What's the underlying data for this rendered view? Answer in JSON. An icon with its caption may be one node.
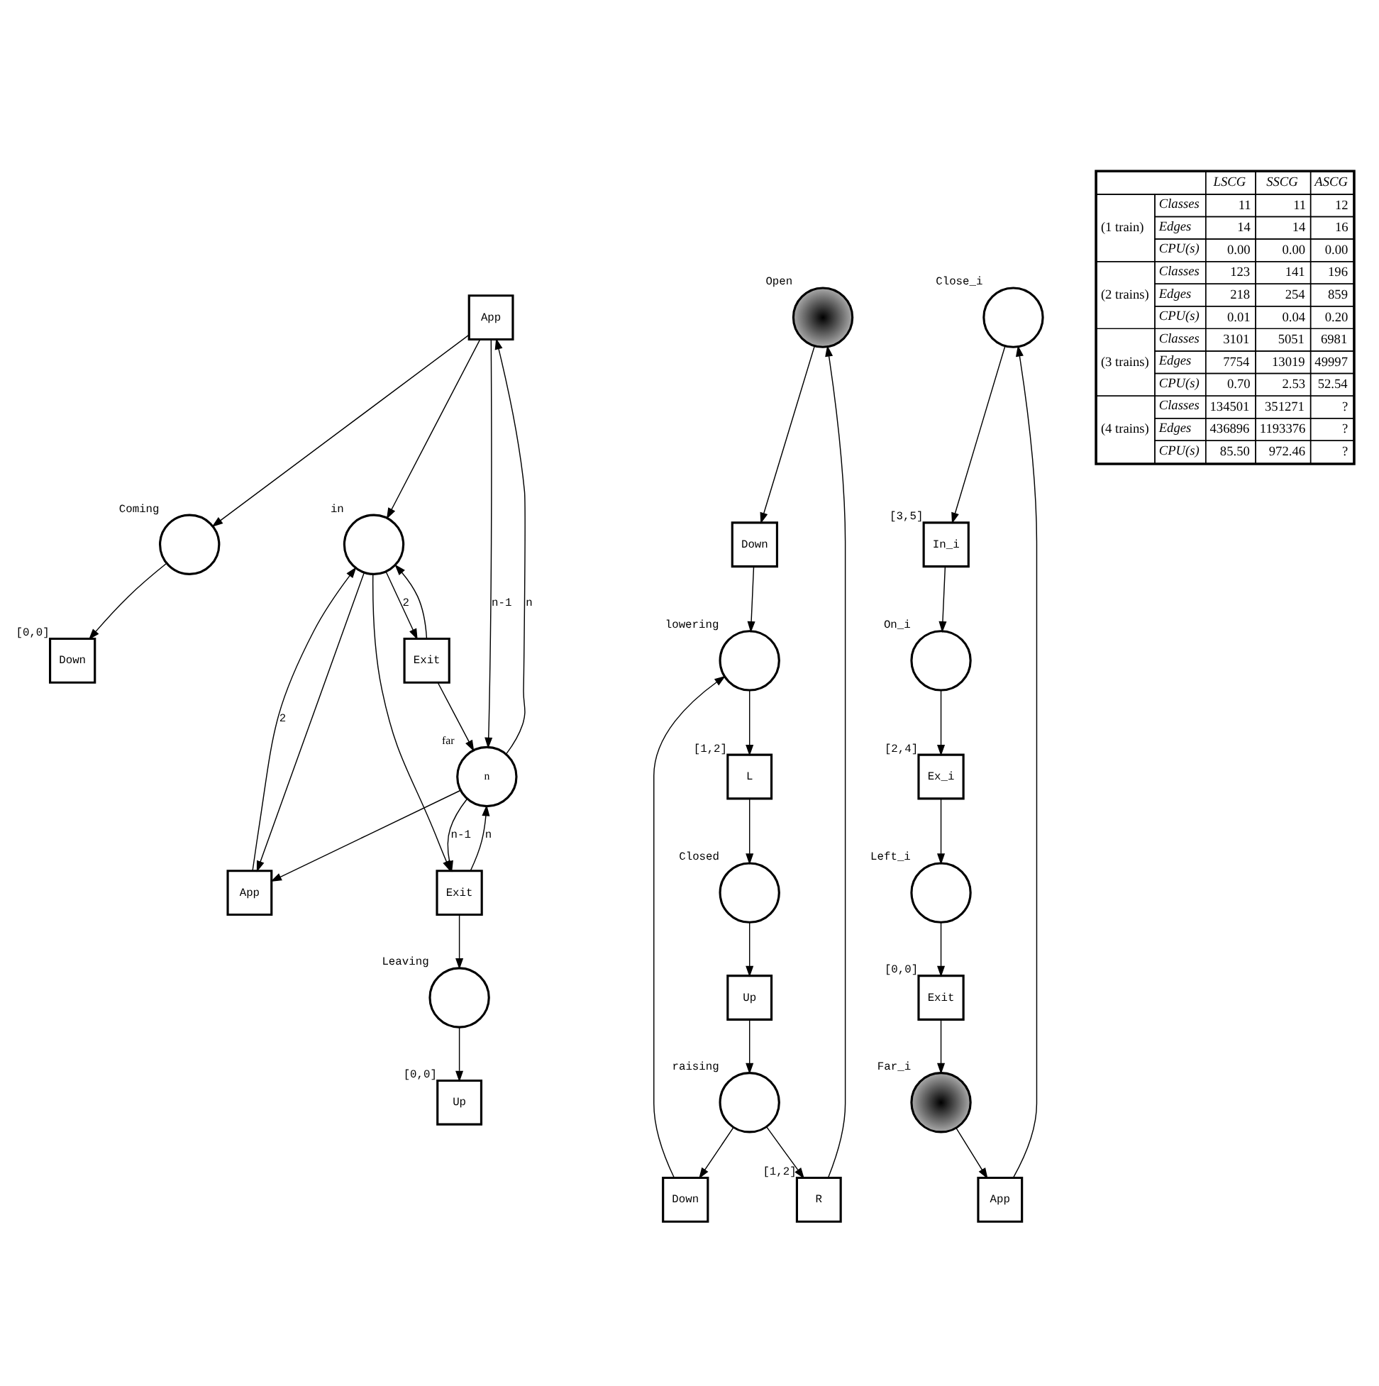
{
  "diagram": {
    "nodes": [
      {
        "text": [
          "App"
        ]
      },
      {
        "text": [],
        "shape": "circle",
        "beside": [
          "Coming"
        ]
      },
      {
        "text": [
          "Down"
        ],
        "beside": [
          "[0,0]"
        ]
      },
      {
        "text": [],
        "shape": "circle",
        "beside": [
          "in"
        ]
      },
      {
        "text": [
          "App"
        ]
      },
      {
        "text": [
          "n"
        ],
        "beside": [
          "far"
        ]
      },
      {
        "text": [
          "Exit"
        ]
      },
      {
        "text": [
          "Exit"
        ]
      },
      {
        "text": [],
        "shape": "circle",
        "beside": [
          "Leaving"
        ]
      },
      {
        "text": [
          "Up"
        ],
        "beside": [
          "[0,0]"
        ]
      },
      {
        "text": [],
        "shape": "circle",
        "beside": [
          "Open"
        ]
      },
      {
        "text": [
          "Down"
        ]
      },
      {
        "text": [
          "R"
        ],
        "beside": [
          "[1,2]"
        ]
      },
      {
        "text": [],
        "shape": "circle",
        "beside": [
          "lowering"
        ]
      },
      {
        "text": [
          "Down"
        ]
      },
      {
        "text": [],
        "shape": "circle",
        "beside": [
          "raising"
        ]
      },
      {
        "text": [
          "L"
        ],
        "beside": [
          "[1,2]"
        ]
      },
      {
        "text": [
          "Up"
        ]
      },
      {
        "text": [],
        "shape": "circle",
        "beside": [
          "Closed"
        ]
      },
      {
        "text": [],
        "shape": "circle",
        "beside": [
          "Close_i"
        ]
      },
      {
        "text": [
          "In_i"
        ],
        "beside": [
          "[3,5]"
        ]
      },
      {
        "text": [
          "App"
        ]
      },
      {
        "text": [],
        "shape": "circle",
        "beside": [
          "On_i"
        ]
      },
      {
        "text": [],
        "shape": "circle",
        "beside": [
          "Far_i"
        ]
      },
      {
        "text": [
          "Ex_i"
        ],
        "beside": [
          "[2,4]"
        ]
      },
      {
        "text": [
          "Exit"
        ],
        "beside": [
          "[0,0]"
        ]
      },
      {
        "text": [],
        "shape": "circle",
        "beside": [
          "Left_i"
        ]
      }
    ],
    "edges": [
      {
        "from": 0,
        "to": 1,
        "arrow": "to"
      },
      {
        "from": 1,
        "to": 2,
        "arrow": "to"
      },
      {
        "from": 0,
        "to": 3,
        "arrow": "to"
      },
      {
        "from": 3,
        "to": 4,
        "arrow": "to"
      },
      {
        "from": 4,
        "to": 3,
        "arrow": "to",
        "label": "2"
      },
      {
        "from": 5,
        "to": 4,
        "arrow": "to"
      },
      {
        "from": 0,
        "to": 5,
        "arrow": "to",
        "label": "n-1"
      },
      {
        "from": 5,
        "to": 0,
        "arrow": "to",
        "label": "n"
      },
      {
        "from": 3,
        "to": 6,
        "arrow": "to",
        "label": "2"
      },
      {
        "from": 6,
        "to": 3,
        "arrow": "to"
      },
      {
        "from": 6,
        "to": 5,
        "arrow": "to"
      },
      {
        "from": 3,
        "to": 7,
        "arrow": "to"
      },
      {
        "from": 7,
        "to": 5,
        "arrow": "to",
        "label": "n"
      },
      {
        "from": 5,
        "to": 7,
        "arrow": "to",
        "label": "n-1"
      },
      {
        "from": 7,
        "to": 8,
        "arrow": "to"
      },
      {
        "from": 8,
        "to": 9,
        "arrow": "to"
      },
      {
        "from": 10,
        "to": 11,
        "arrow": "to"
      },
      {
        "from": 11,
        "to": 13,
        "arrow": "to"
      },
      {
        "from": 15,
        "to": 14,
        "arrow": "to"
      },
      {
        "from": 14,
        "to": 13,
        "arrow": "to"
      },
      {
        "from": 13,
        "to": 16,
        "arrow": "to"
      },
      {
        "from": 16,
        "to": 18,
        "arrow": "to"
      },
      {
        "from": 18,
        "to": 17,
        "arrow": "to"
      },
      {
        "from": 17,
        "to": 15,
        "arrow": "to"
      },
      {
        "from": 15,
        "to": 12,
        "arrow": "to"
      },
      {
        "from": 12,
        "to": 10,
        "arrow": "to"
      },
      {
        "from": 19,
        "to": 20,
        "arrow": "to"
      },
      {
        "from": 20,
        "to": 22,
        "arrow": "to"
      },
      {
        "from": 22,
        "to": 24,
        "arrow": "to"
      },
      {
        "from": 24,
        "to": 26,
        "arrow": "to"
      },
      {
        "from": 26,
        "to": 25,
        "arrow": "to"
      },
      {
        "from": 25,
        "to": 23,
        "arrow": "to"
      },
      {
        "from": 23,
        "to": 21,
        "arrow": "to"
      },
      {
        "from": 21,
        "to": 19,
        "arrow": "to"
      }
    ],
    "labels": [
      "LSCG",
      "SSCG",
      "ASCG",
      "Classes",
      "11",
      "11",
      "12",
      "(1 train)",
      "Edges",
      "14",
      "14",
      "16",
      "CPU(s)",
      "0.00",
      "0.00",
      "0.00",
      "Classes",
      "123",
      "141",
      "196",
      "(2 trains)",
      "Edges",
      "218",
      "254",
      "859",
      "CPU(s)",
      "0.01",
      "0.04",
      "0.20",
      "Classes",
      "3101",
      "5051",
      "6981",
      "(3 trains)",
      "Edges",
      "7754",
      "13019",
      "49997",
      "CPU(s)",
      "0.70",
      "2.53",
      "52.54",
      "Classes",
      "134501",
      "351271",
      "?",
      "(4 trains)",
      "Edges",
      "436896",
      "1193376",
      "?",
      "CPU(s)",
      "85.50",
      "972.46",
      "?"
    ]
  }
}
